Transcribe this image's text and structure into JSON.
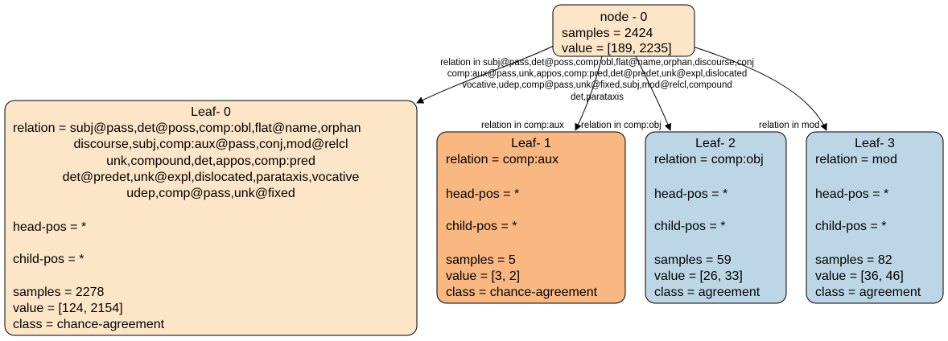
{
  "colors": {
    "peach": "#fde6c8",
    "orange": "#f9b882",
    "blue": "#bdd6e6",
    "stroke": "#000000"
  },
  "root": {
    "title": "node - 0",
    "lines": [
      "samples = 2424",
      "value = [189, 2235]"
    ]
  },
  "edge_labels": {
    "root_to_leaf0": [
      "relation in subj@pass,det@poss,comp:obl,flat@name,orphan,discourse,conj",
      "comp:aux@pass,unk,appos,comp:pred,det@predet,unk@expl,dislocated",
      "vocative,udep,comp@pass,unk@fixed,subj,mod@relcl,compound",
      "det,parataxis"
    ],
    "root_to_leaf1": "relation in comp:aux",
    "root_to_leaf2": "relation in comp:obj",
    "root_to_leaf3": "relation in mod"
  },
  "leaves": [
    {
      "title": "Leaf- 0",
      "color_key": "peach",
      "relation_lines": [
        "relation = subj@pass,det@poss,comp:obl,flat@name,orphan",
        "discourse,subj,comp:aux@pass,conj,mod@relcl",
        "unk,compound,det,appos,comp:pred",
        "det@predet,unk@expl,dislocated,parataxis,vocative",
        "udep,comp@pass,unk@fixed"
      ],
      "head_pos": "head-pos = *",
      "child_pos": "child-pos = *",
      "samples": "samples = 2278",
      "value": "value = [124, 2154]",
      "class": "class = chance-agreement"
    },
    {
      "title": "Leaf- 1",
      "color_key": "orange",
      "relation_lines": [
        "relation = comp:aux"
      ],
      "head_pos": "head-pos = *",
      "child_pos": "child-pos = *",
      "samples": "samples = 5",
      "value": "value = [3, 2]",
      "class": "class = chance-agreement"
    },
    {
      "title": "Leaf- 2",
      "color_key": "blue",
      "relation_lines": [
        "relation = comp:obj"
      ],
      "head_pos": "head-pos = *",
      "child_pos": "child-pos = *",
      "samples": "samples = 59",
      "value": "value = [26, 33]",
      "class": "class = agreement"
    },
    {
      "title": "Leaf- 3",
      "color_key": "blue",
      "relation_lines": [
        "relation = mod"
      ],
      "head_pos": "head-pos = *",
      "child_pos": "child-pos = *",
      "samples": "samples = 82",
      "value": "value = [36, 46]",
      "class": "class = agreement"
    }
  ]
}
